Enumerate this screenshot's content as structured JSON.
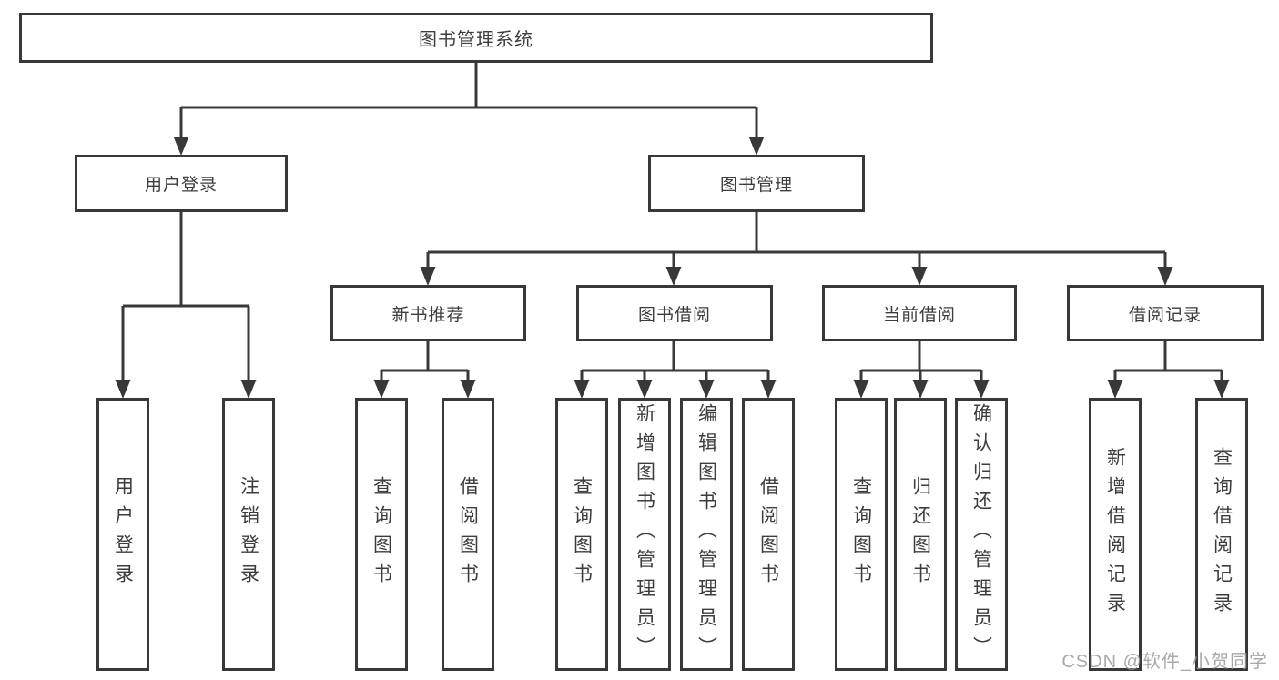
{
  "colors": {
    "line": "#383838",
    "box_border": "#383838",
    "text": "#3d3d3d",
    "background": "#ffffff",
    "watermark": "#9b9b9b"
  },
  "tree": {
    "root": {
      "label": "图书管理系统"
    },
    "branches": [
      {
        "label": "用户登录",
        "children": [
          {
            "label": "用户登录"
          },
          {
            "label": "注销登录"
          }
        ]
      },
      {
        "label": "图书管理",
        "children": [
          {
            "label": "新书推荐",
            "children": [
              {
                "label": "查询图书"
              },
              {
                "label": "借阅图书"
              }
            ]
          },
          {
            "label": "图书借阅",
            "children": [
              {
                "label": "查询图书"
              },
              {
                "label": "新增图书（管理员）"
              },
              {
                "label": "编辑图书（管理员）"
              },
              {
                "label": "借阅图书"
              }
            ]
          },
          {
            "label": "当前借阅",
            "children": [
              {
                "label": "查询图书"
              },
              {
                "label": "归还图书"
              },
              {
                "label": "确认归还（管理员）"
              }
            ]
          },
          {
            "label": "借阅记录",
            "children": [
              {
                "label": "新增借阅记录"
              },
              {
                "label": "查询借阅记录"
              }
            ]
          }
        ]
      }
    ]
  },
  "watermark": "CSDN @软件_小贺同学"
}
